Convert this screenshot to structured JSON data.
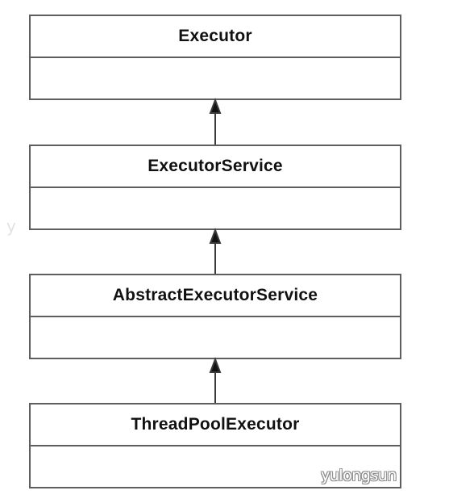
{
  "diagram": {
    "classes": [
      {
        "name": "Executor"
      },
      {
        "name": "ExecutorService"
      },
      {
        "name": "AbstractExecutorService"
      },
      {
        "name": "ThreadPoolExecutor"
      }
    ],
    "watermark": "yulongsun",
    "edge_mark": "y"
  }
}
